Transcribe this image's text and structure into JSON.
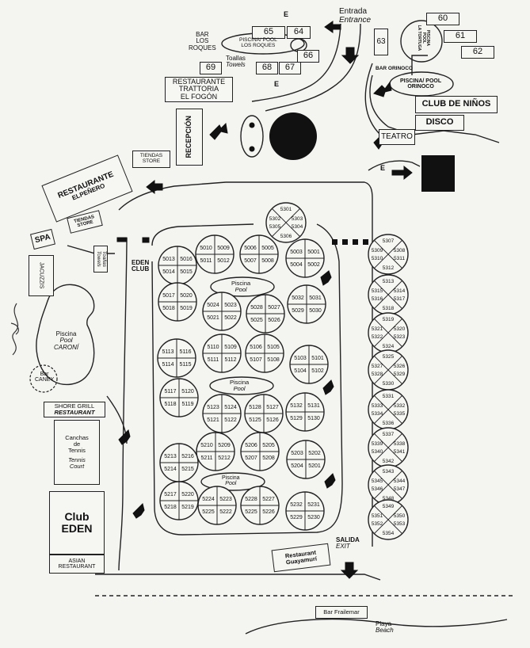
{
  "labels": {
    "entrada": "Entrada",
    "entrance": "Entrance",
    "bar_los_roques": "BAR\nLOS\nROQUES",
    "piscina_los_roques": "PISCINA/ POOL\nLOS ROQUES",
    "toallas": "Toallas",
    "towels": "Towels",
    "restaurante_fogon": "RESTAURANTE\nTRATTORIA\nEL FOGÓN",
    "recepcion": "RECEPCIÓN",
    "tiendas_store": "TIENDAS\nSTORE",
    "restaurante_elpenero_1": "RESTAURANTE",
    "restaurante_elpenero_2": "ELPEÑERO",
    "spa": "SPA",
    "tiendas_store_2": "TIENDAS\nSTORE",
    "jacuzzis": "JACUZZIS",
    "toallas_towels_2": "Toallas\nTowels",
    "eden_club": "EDEN\nCLUB",
    "piscina_caroni_1": "Piscina",
    "piscina_caroni_2": "Pool",
    "piscina_caroni_3": "CARONÍ",
    "bar_caney": "Bar\nCANEY",
    "shore_grill_1": "SHORE GRILL",
    "shore_grill_2": "RESTAURANT",
    "canchas_1": "Canchas\nde\nTennis",
    "canchas_2": "Tennis\nCourt",
    "club_eden": "Club\nEDEN",
    "asian_restaurant": "ASIAN\nRESTAURANT",
    "bar_orinoco": "BAR ORINOCO",
    "piscina_orinoco": "PISCINA/ POOL\nORINOCO",
    "piscina_la_tortuga": "PISCINA\nPOOL\nLA TORTUGA",
    "club_ninos": "CLUB DE NIÑOS",
    "disco": "DISCO",
    "teatro": "TEATRO",
    "salida": "SALIDA",
    "exit": "EXIT",
    "restaurant_guayamuri": "Restaurant\nGuayamurí",
    "bar_frailemar": "Bar Frailemar",
    "playa": "Playa",
    "beach": "Beach",
    "pool_lbl_1": "Piscina",
    "pool_lbl_1b": "Pool",
    "pool_lbl_2": "Piscina",
    "pool_lbl_2b": "Pool",
    "pool_lbl_3": "Piscina",
    "pool_lbl_3b": "Pool",
    "e_marker": "E"
  },
  "numbered_boxes": [
    "60",
    "61",
    "62",
    "63",
    "64",
    "65",
    "66",
    "67",
    "68",
    "69"
  ],
  "clusters": [
    {
      "units": [
        "5013",
        "5016",
        "5014",
        "5015"
      ]
    },
    {
      "units": [
        "5010",
        "5009",
        "5011",
        "5012"
      ]
    },
    {
      "units": [
        "5006",
        "5005",
        "5007",
        "5008"
      ]
    },
    {
      "units": [
        "5003",
        "5001",
        "5004",
        "5002"
      ]
    },
    {
      "units": [
        "5017",
        "5020",
        "5018",
        "5019"
      ]
    },
    {
      "units": [
        "5024",
        "5023",
        "5021",
        "5022"
      ]
    },
    {
      "units": [
        "5028",
        "5027",
        "5025",
        "5026"
      ]
    },
    {
      "units": [
        "5032",
        "5031",
        "5029",
        "5030"
      ]
    },
    {
      "units": [
        "5113",
        "5116",
        "5114",
        "5115"
      ]
    },
    {
      "units": [
        "5110",
        "5109",
        "5111",
        "5112"
      ]
    },
    {
      "units": [
        "5106",
        "5105",
        "5107",
        "5108"
      ]
    },
    {
      "units": [
        "5103",
        "5101",
        "5104",
        "5102"
      ]
    },
    {
      "units": [
        "5117",
        "5120",
        "5118",
        "5119"
      ]
    },
    {
      "units": [
        "5123",
        "5124",
        "5121",
        "5122"
      ]
    },
    {
      "units": [
        "5128",
        "5127",
        "5125",
        "5126"
      ]
    },
    {
      "units": [
        "5132",
        "5131",
        "5129",
        "5130"
      ]
    },
    {
      "units": [
        "5210",
        "5209",
        "5211",
        "5212"
      ]
    },
    {
      "units": [
        "5206",
        "5205",
        "5207",
        "5208"
      ]
    },
    {
      "units": [
        "5203",
        "5202",
        "5204",
        "5201"
      ]
    },
    {
      "units": [
        "5213",
        "5216",
        "5214",
        "5215"
      ]
    },
    {
      "units": [
        "5217",
        "5220",
        "5218",
        "5219"
      ]
    },
    {
      "units": [
        "5224",
        "5223",
        "5225",
        "5222"
      ]
    },
    {
      "units": [
        "5228",
        "5227",
        "5225",
        "5226"
      ]
    },
    {
      "units": [
        "5232",
        "5231",
        "5229",
        "5230"
      ]
    }
  ],
  "x_clusters": [
    {
      "units": [
        "5301",
        "5302",
        "5303",
        "5305",
        "5304",
        "5306"
      ]
    },
    {
      "units": [
        "5307",
        "5309",
        "5308",
        "5310",
        "5311",
        "5312"
      ]
    },
    {
      "units": [
        "5313",
        "5315",
        "5314",
        "5316",
        "5317",
        "5318"
      ]
    },
    {
      "units": [
        "5319",
        "5321",
        "5320",
        "5322",
        "5323",
        "5324"
      ]
    },
    {
      "units": [
        "5325",
        "5327",
        "5326",
        "5328",
        "5329",
        "5330"
      ]
    },
    {
      "units": [
        "5331",
        "5333",
        "5332",
        "5334",
        "5335",
        "5336"
      ]
    },
    {
      "units": [
        "5337",
        "5339",
        "5338",
        "5340",
        "5341",
        "5342"
      ]
    },
    {
      "units": [
        "5343",
        "5345",
        "5344",
        "5346",
        "5347",
        "5348"
      ]
    },
    {
      "units": [
        "5349",
        "5351",
        "5350",
        "5352",
        "5353",
        "5354"
      ]
    }
  ]
}
